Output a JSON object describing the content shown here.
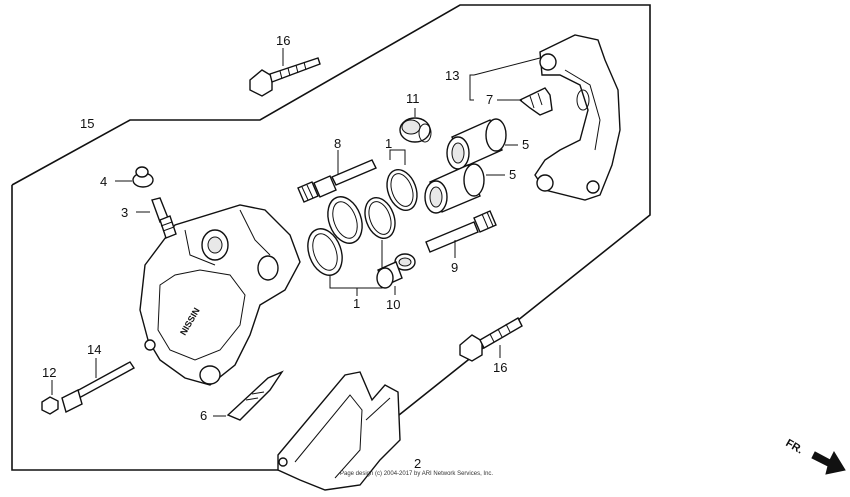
{
  "callouts": {
    "c1a": "1",
    "c1b": "1",
    "c2": "2",
    "c3": "3",
    "c4": "4",
    "c5a": "5",
    "c5b": "5",
    "c6": "6",
    "c7": "7",
    "c8": "8",
    "c9": "9",
    "c10": "10",
    "c11": "11",
    "c12": "12",
    "c13": "13",
    "c14": "14",
    "c15": "15",
    "c16a": "16",
    "c16b": "16"
  },
  "caliper_marking": "NISSIN",
  "direction_label": "FR.",
  "copyright_text": "Page design (c) 2004-2017 by ARI Network Services, Inc."
}
